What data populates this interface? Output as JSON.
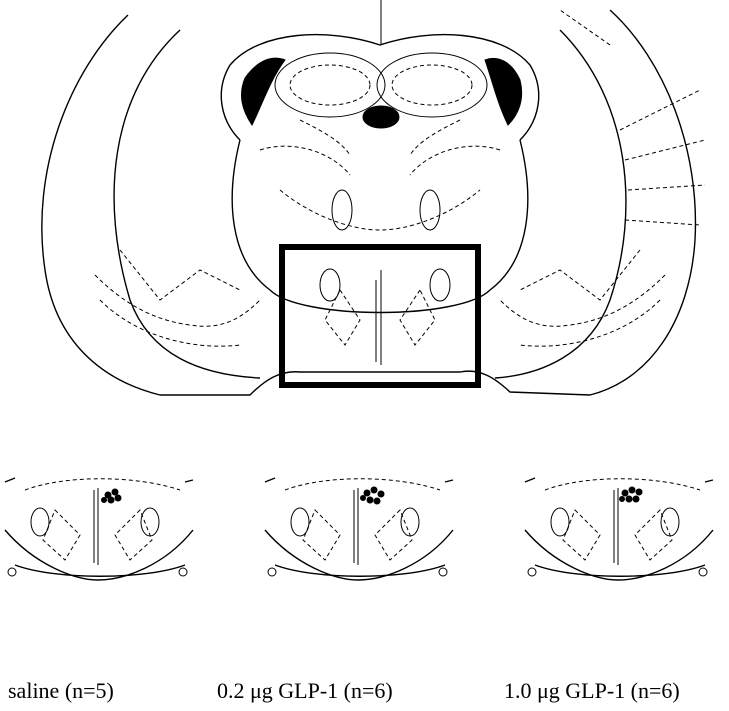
{
  "panels": [
    {
      "label": "saline (n=5)"
    },
    {
      "label": "0.2 μg GLP-1 (n=6)"
    },
    {
      "label": "1.0 μg GLP-1 (n=6)"
    }
  ]
}
